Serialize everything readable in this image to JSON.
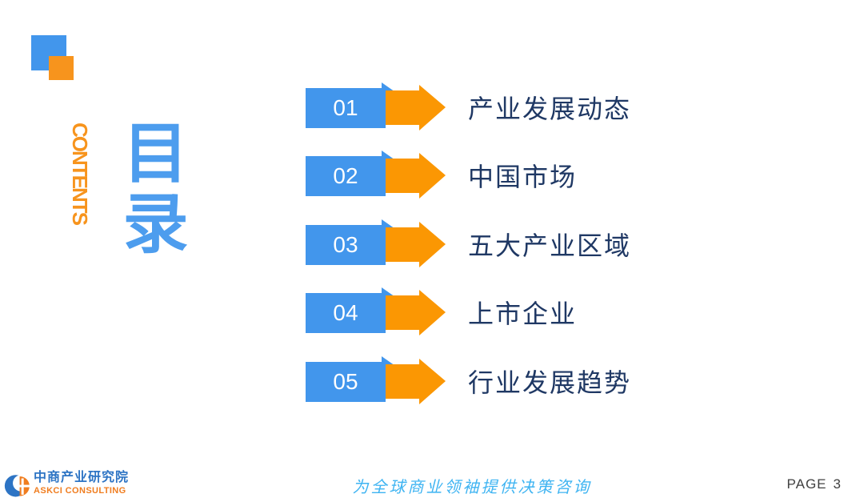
{
  "colors": {
    "blue": "#4296EC",
    "orange": "#FB9703",
    "orange-deep": "#F7941D",
    "navy": "#1F3864",
    "title-blue": "#4D9DEE",
    "slogan-blue": "#3FB4F2",
    "logo-blue": "#2D74C4",
    "logo-orange": "#F07D1F",
    "page-gray": "#404040"
  },
  "header": {
    "contents_label": "CONTENTS",
    "title": "目录"
  },
  "toc": {
    "items": [
      {
        "num": "01",
        "label": "产业发展动态"
      },
      {
        "num": "02",
        "label": "中国市场"
      },
      {
        "num": "03",
        "label": "五大产业区域"
      },
      {
        "num": "04",
        "label": "上市企业"
      },
      {
        "num": "05",
        "label": "行业发展趋势"
      }
    ]
  },
  "footer": {
    "logo_cn": "中商产业研究院",
    "logo_en": "ASKCI CONSULTING",
    "slogan": "为全球商业领袖提供决策咨询",
    "page_word": "PAGE",
    "page_number": "3"
  }
}
